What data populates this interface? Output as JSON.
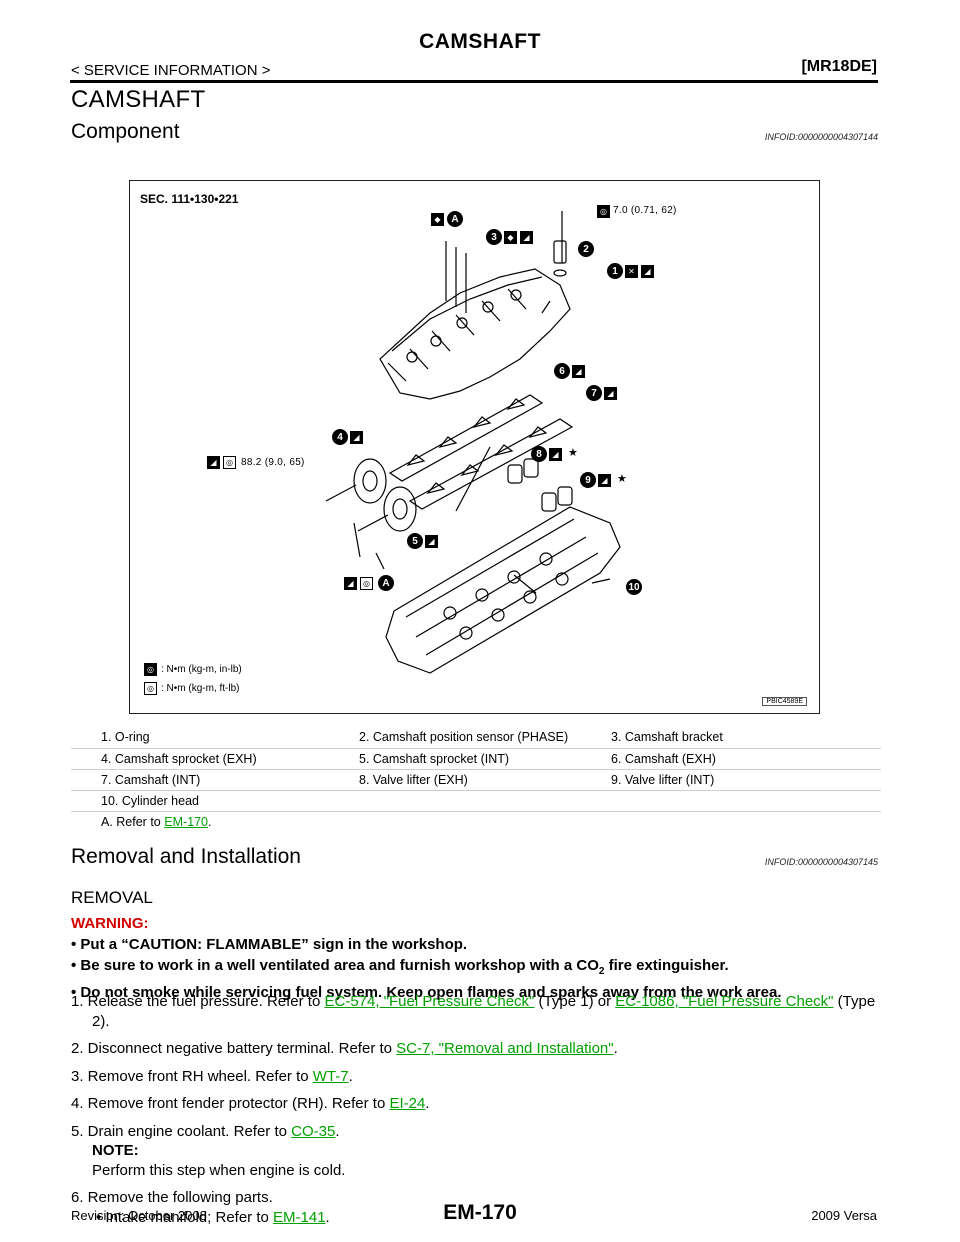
{
  "header": {
    "title": "CAMSHAFT",
    "section": "< SERVICE INFORMATION >",
    "model": "[MR18DE]"
  },
  "page_title": "CAMSHAFT",
  "component": {
    "heading": "Component",
    "infoid": "INFOID:0000000004307144",
    "figure": {
      "sec_label": "SEC. 111•130•221",
      "code": "PBIC4589E",
      "torque_top": "7.0 (0.71, 62)",
      "torque_mid": "88.2 (9.0, 65)",
      "legend_nm_in": ": N•m (kg-m, in-lb)",
      "legend_nm_ft": ": N•m (kg-m, ft-lb)",
      "callouts": {
        "n1": "1",
        "n2": "2",
        "n3": "3",
        "n4": "4",
        "n5": "5",
        "n6": "6",
        "n7": "7",
        "n8": "8",
        "n9": "9",
        "n10": "10",
        "a": "A"
      },
      "star": "★"
    },
    "parts": [
      [
        "1.  O-ring",
        "2.  Camshaft position sensor (PHASE)",
        "3.  Camshaft bracket"
      ],
      [
        "4.  Camshaft sprocket (EXH)",
        "5.  Camshaft sprocket (INT)",
        "6.  Camshaft (EXH)"
      ],
      [
        "7.  Camshaft (INT)",
        "8.  Valve lifter (EXH)",
        "9.  Valve lifter (INT)"
      ],
      [
        "10.  Cylinder head",
        "",
        ""
      ]
    ],
    "ref_prefix": "A.  Refer to ",
    "ref_link": "EM-170",
    "ref_suffix": "."
  },
  "removal": {
    "heading": "Removal and Installation",
    "infoid": "INFOID:0000000004307145",
    "sub_heading": "REMOVAL",
    "warning_heading": "WARNING:",
    "warnings": [
      "Put a “CAUTION: FLAMMABLE” sign in the workshop.",
      "Be sure to work in a well ventilated area and furnish workshop with a CO",
      "Do not smoke while servicing fuel system. Keep open flames and sparks away from the work area."
    ],
    "warning2_sub": "2",
    "warning2_tail": " fire extinguisher.",
    "steps": {
      "s1_a": "1.  Release the fuel pressure. Refer to ",
      "s1_link1": "EC-574, \"Fuel Pressure Check\"",
      "s1_b": " (Type 1) or ",
      "s1_link2": "EC-1086, \"Fuel Pressure Check\"",
      "s1_c": " (Type 2).",
      "s2_a": "2.  Disconnect negative battery terminal. Refer to ",
      "s2_link": "SC-7, \"Removal and Installation\"",
      "s2_b": ".",
      "s3_a": "3.  Remove front RH wheel. Refer to ",
      "s3_link": "WT-7",
      "s3_b": ".",
      "s4_a": "4.  Remove front fender protector (RH). Refer to ",
      "s4_link": "EI-24",
      "s4_b": ".",
      "s5_a": "5.  Drain engine coolant. Refer to ",
      "s5_link": "CO-35",
      "s5_b": ".",
      "s5_note_h": "NOTE:",
      "s5_note": "Perform this step when engine is cold.",
      "s6_a": "6.  Remove the following parts.",
      "s6_sub_a": "Intake manifold; Refer to ",
      "s6_sub_link": "EM-141",
      "s6_sub_b": "."
    }
  },
  "footer": {
    "revision": "Revision: October 2008",
    "page": "EM-170",
    "model": "2009 Versa"
  },
  "colors": {
    "link": "#00a000",
    "warning": "#d40000"
  }
}
